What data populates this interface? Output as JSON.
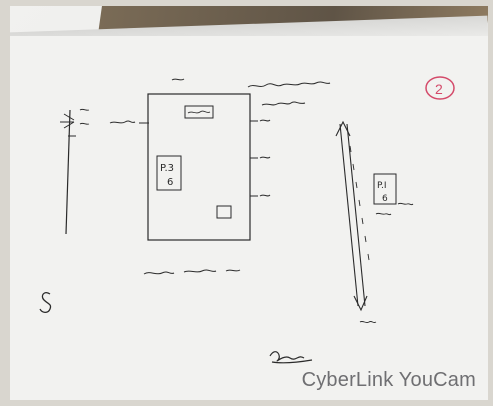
{
  "watermark": "CyberLink YouCam",
  "page_number": "2",
  "box_labels": {
    "left_box": "P.3\n6",
    "right_box": "P.I\n6"
  }
}
